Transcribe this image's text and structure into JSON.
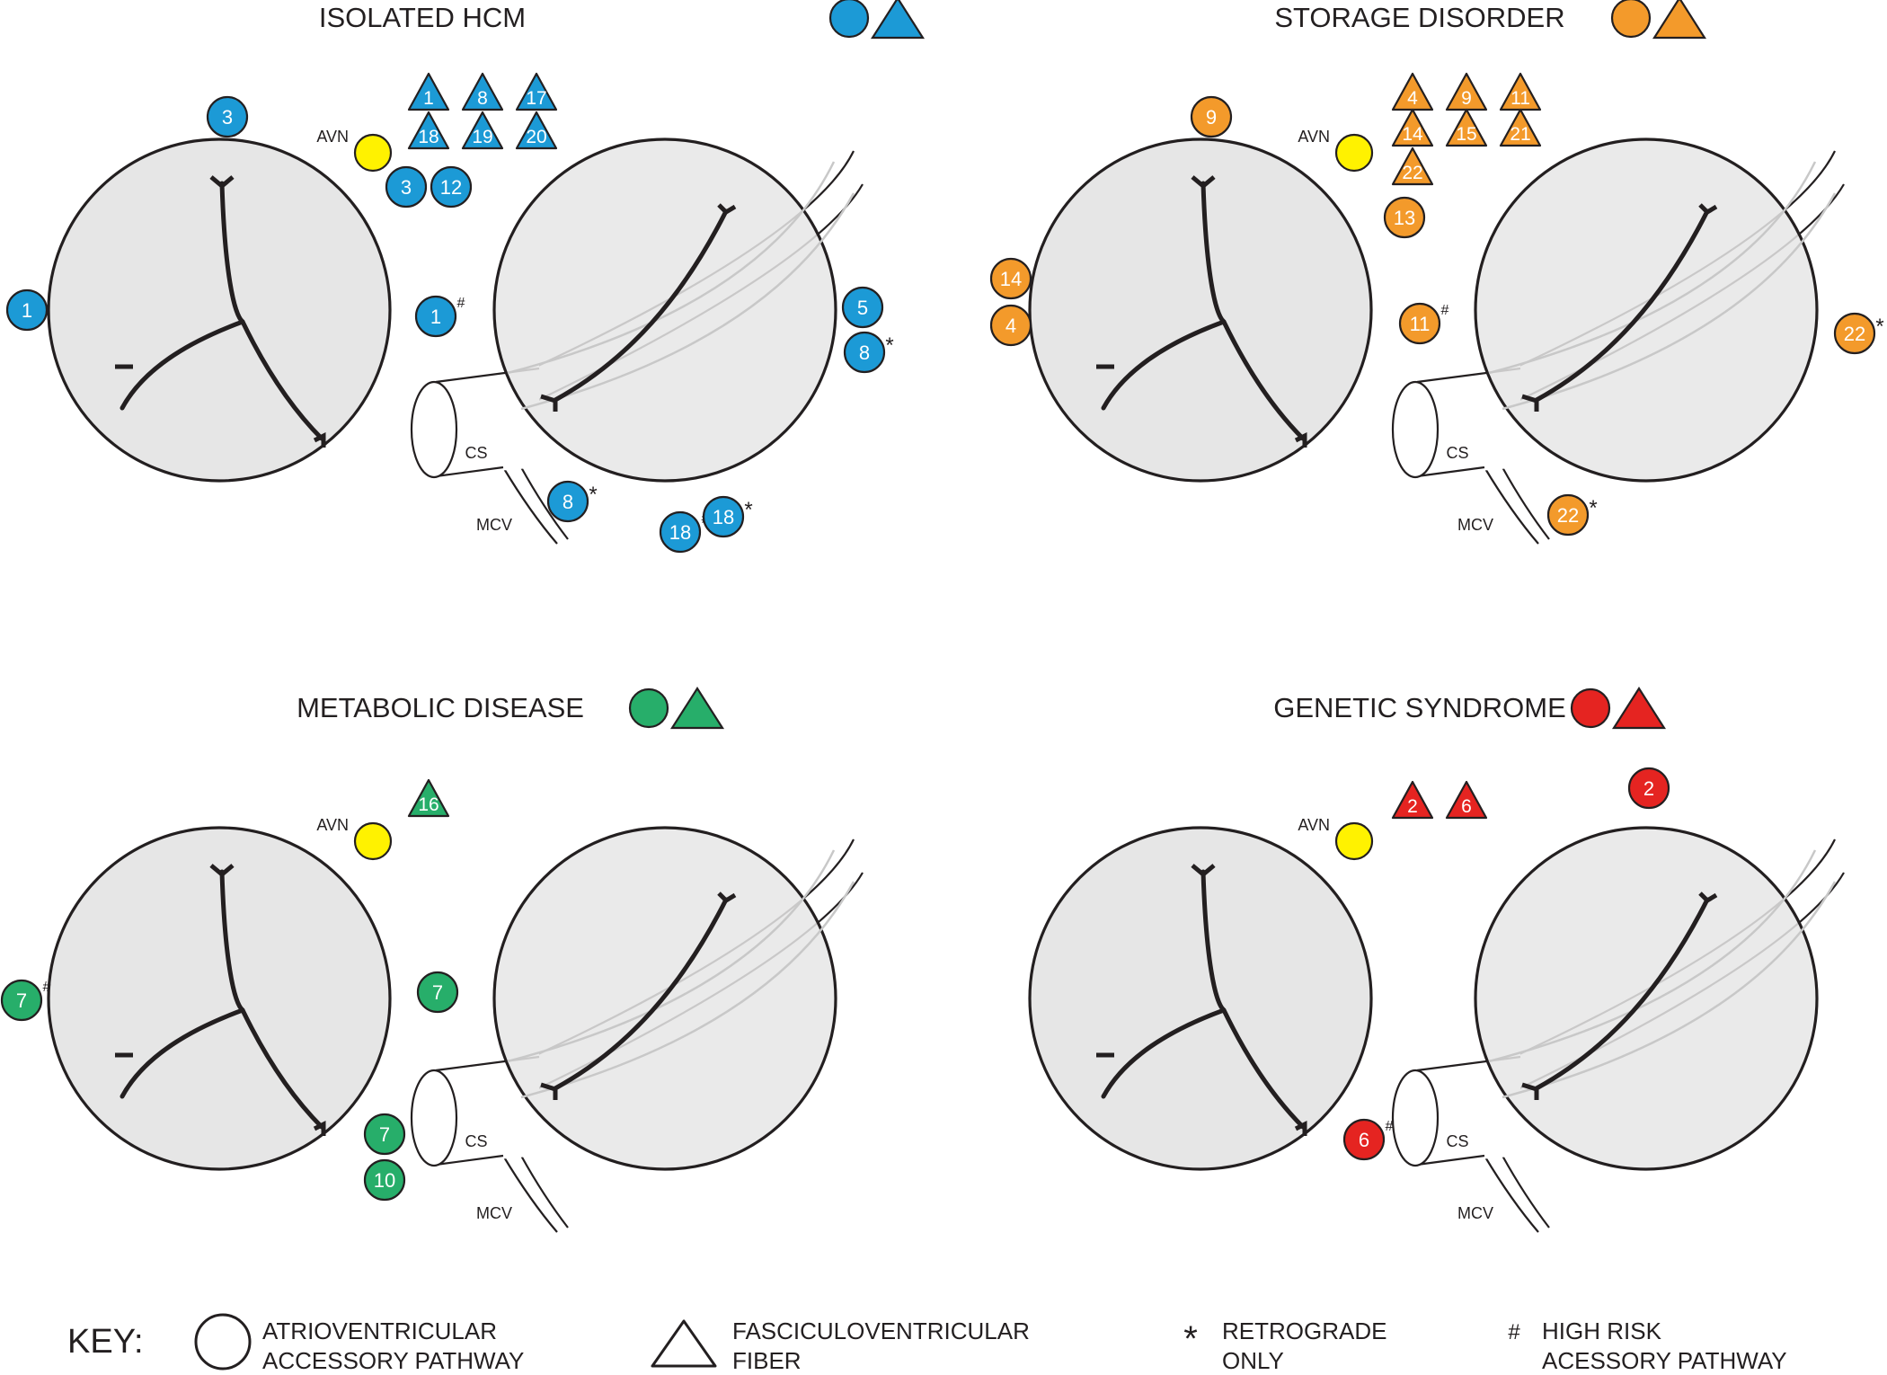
{
  "colors": {
    "hcm": "#1c9ad6",
    "storage": "#f39a2b",
    "metabolic": "#27ae6a",
    "genetic": "#e52421",
    "avn": "#fff200",
    "heart_fill": "#e6e6e6",
    "outline": "#231f20"
  },
  "labels": {
    "avn": "AVN",
    "cs": "CS",
    "mcv": "MCV"
  },
  "panels": [
    {
      "id": "hcm",
      "title": "ISOLATED HCM",
      "color": "#1c9ad6",
      "triangles": [
        "1",
        "8",
        "17",
        "18",
        "19",
        "20"
      ],
      "circles": [
        {
          "n": "3",
          "mark": ""
        },
        {
          "n": "3",
          "mark": ""
        },
        {
          "n": "12",
          "mark": ""
        },
        {
          "n": "1",
          "mark": ""
        },
        {
          "n": "1",
          "mark": "#"
        },
        {
          "n": "5",
          "mark": ""
        },
        {
          "n": "8",
          "mark": "*"
        },
        {
          "n": "8",
          "mark": "*"
        },
        {
          "n": "18",
          "mark": "#"
        },
        {
          "n": "18",
          "mark": "*"
        }
      ]
    },
    {
      "id": "storage",
      "title": "STORAGE DISORDER",
      "color": "#f39a2b",
      "triangles": [
        "4",
        "9",
        "11",
        "14",
        "15",
        "21",
        "22"
      ],
      "circles": [
        {
          "n": "9",
          "mark": ""
        },
        {
          "n": "13",
          "mark": ""
        },
        {
          "n": "14",
          "mark": ""
        },
        {
          "n": "4",
          "mark": ""
        },
        {
          "n": "11",
          "mark": "#"
        },
        {
          "n": "22",
          "mark": "*"
        },
        {
          "n": "22",
          "mark": "*"
        }
      ]
    },
    {
      "id": "metabolic",
      "title": "METABOLIC DISEASE",
      "color": "#27ae6a",
      "triangles": [
        "16"
      ],
      "circles": [
        {
          "n": "7",
          "mark": "#"
        },
        {
          "n": "7",
          "mark": ""
        },
        {
          "n": "7",
          "mark": ""
        },
        {
          "n": "10",
          "mark": ""
        }
      ]
    },
    {
      "id": "genetic",
      "title": "GENETIC SYNDROME",
      "color": "#e52421",
      "triangles": [
        "2",
        "6"
      ],
      "circles": [
        {
          "n": "2",
          "mark": ""
        },
        {
          "n": "6",
          "mark": "#"
        }
      ]
    }
  ],
  "key": {
    "title": "KEY:",
    "items": [
      {
        "symbol": "circle",
        "line1": "ATRIOVENTRICULAR",
        "line2": "ACCESSORY PATHWAY"
      },
      {
        "symbol": "triangle",
        "line1": "FASCICULOVENTRICULAR",
        "line2": "FIBER"
      },
      {
        "symbol": "*",
        "line1": "RETROGRADE",
        "line2": "ONLY"
      },
      {
        "symbol": "#",
        "line1": "HIGH RISK",
        "line2": "ACESSORY PATHWAY"
      }
    ]
  }
}
